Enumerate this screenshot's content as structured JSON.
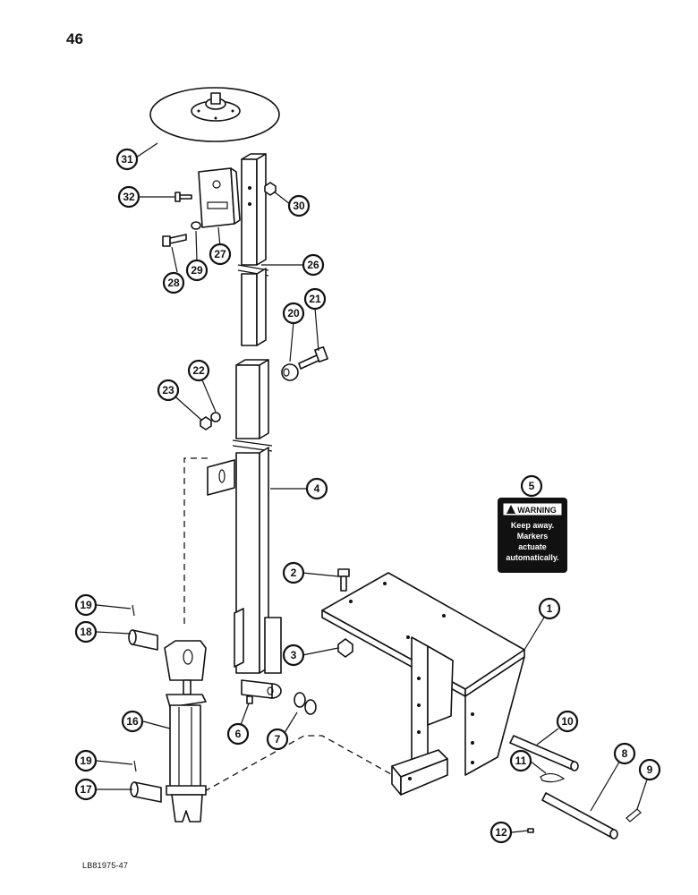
{
  "page_number": "46",
  "drawing_code": "LB81975-47",
  "warning_decal": {
    "callout": "5",
    "header": "WARNING",
    "lines": [
      "Keep away.",
      "Markers",
      "actuate",
      "automatically."
    ]
  },
  "callouts": [
    {
      "id": "1"
    },
    {
      "id": "2"
    },
    {
      "id": "3"
    },
    {
      "id": "4"
    },
    {
      "id": "6"
    },
    {
      "id": "7"
    },
    {
      "id": "8"
    },
    {
      "id": "9"
    },
    {
      "id": "10"
    },
    {
      "id": "11"
    },
    {
      "id": "12"
    },
    {
      "id": "16"
    },
    {
      "id": "17"
    },
    {
      "id": "18"
    },
    {
      "id": "19"
    },
    {
      "id": "19"
    },
    {
      "id": "20"
    },
    {
      "id": "21"
    },
    {
      "id": "22"
    },
    {
      "id": "23"
    },
    {
      "id": "26"
    },
    {
      "id": "27"
    },
    {
      "id": "28"
    },
    {
      "id": "29"
    },
    {
      "id": "30"
    },
    {
      "id": "31"
    },
    {
      "id": "32"
    }
  ]
}
